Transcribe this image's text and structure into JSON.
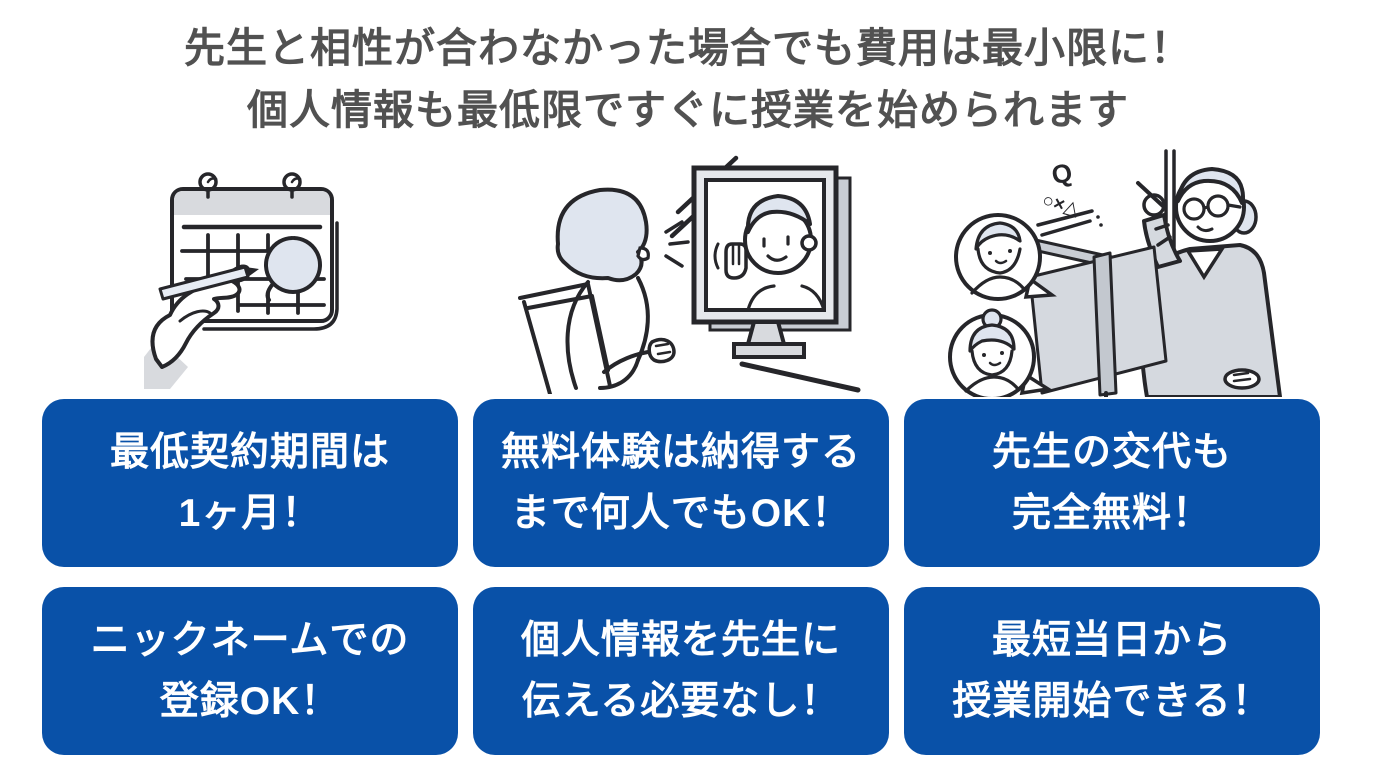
{
  "meta": {
    "accent_blue": "#0951a8",
    "heading_color": "#515151",
    "card_text_color": "#ffffff",
    "illustration_gray": "#d8dade",
    "illustration_blue_gray": "#dfe5ef"
  },
  "heading": {
    "line1": "先生と相性が合わなかった場合でも費用は最小限に！",
    "line2": "個人情報も最低限ですぐに授業を始められます"
  },
  "illustrations": {
    "calendar": {
      "name": "calendar-pen-illustration"
    },
    "video_call": {
      "name": "video-call-illustration"
    },
    "teacher": {
      "name": "teacher-board-illustration",
      "symbol_q": "Q",
      "symbol_marks": "○×△"
    }
  },
  "cards": [
    {
      "line1": "最低契約期間は",
      "line2": "1ヶ月！"
    },
    {
      "line1": "無料体験は納得する",
      "line2": "まで何人でもOK！"
    },
    {
      "line1": "先生の交代も",
      "line2": "完全無料！"
    },
    {
      "line1": "ニックネームでの",
      "line2": "登録OK！"
    },
    {
      "line1": "個人情報を先生に",
      "line2": "伝える必要なし！"
    },
    {
      "line1": "最短当日から",
      "line2": "授業開始できる！"
    }
  ]
}
